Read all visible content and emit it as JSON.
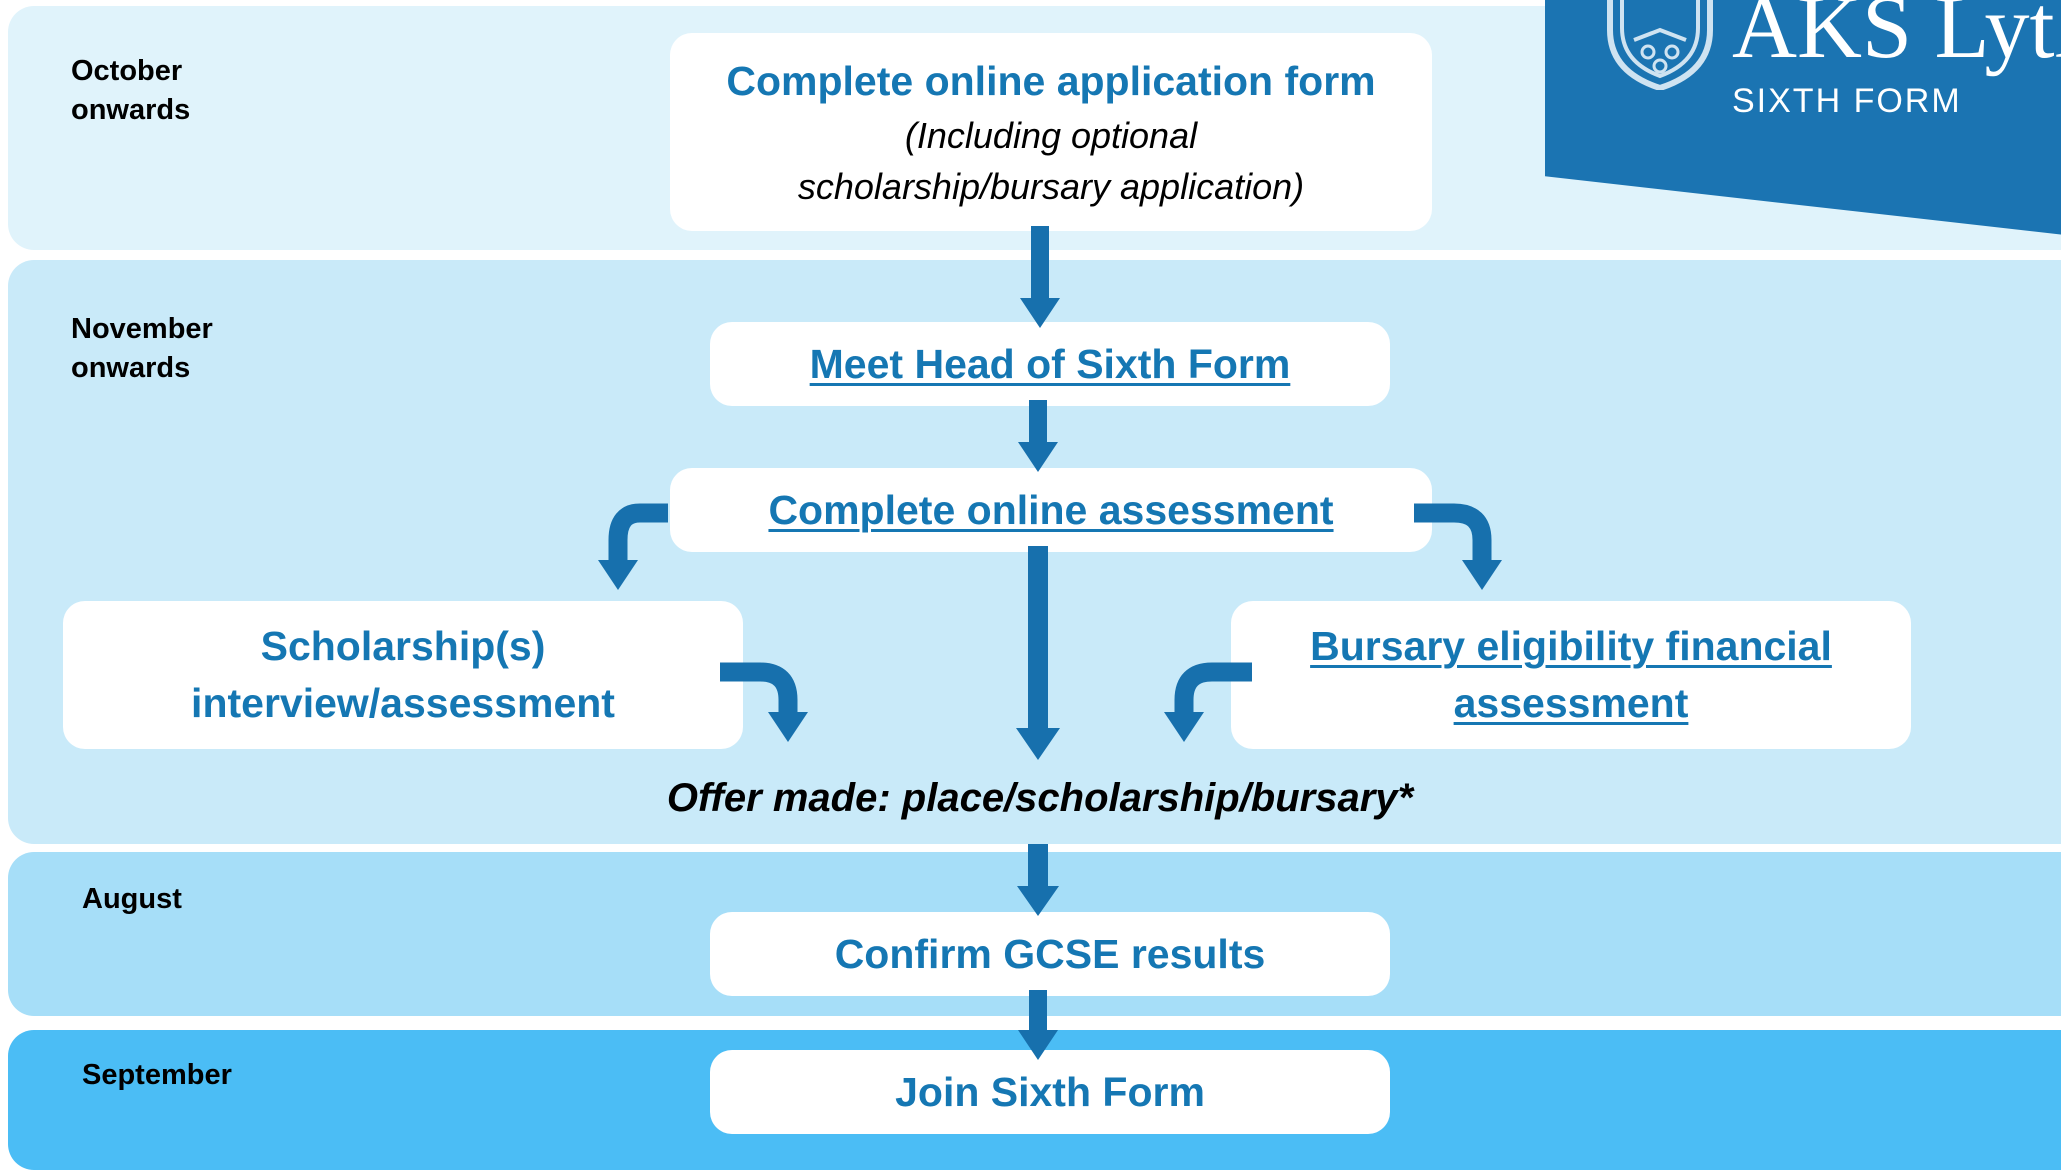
{
  "periods": {
    "october": "October\nonwards",
    "november": "November\nonwards",
    "august": "August",
    "september": "September"
  },
  "steps": {
    "application": {
      "title": "Complete online application form",
      "subtitle": "(Including optional\nscholarship/bursary application)"
    },
    "meet_head": "Meet Head of Sixth Form",
    "online_assessment": "Complete online assessment",
    "scholarship": "Scholarship(s)\ninterview/assessment",
    "bursary": "Bursary eligibility financial\nassessment",
    "offer": "Offer made: place/scholarship/bursary*",
    "confirm_gcse": "Confirm GCSE results",
    "join": "Join Sixth Form"
  },
  "logo": {
    "name": "AKS Lyth",
    "subtitle": "SIXTH FORM"
  },
  "colors": {
    "band_1": "#e0f3fb",
    "band_2": "#c9eaf9",
    "band_3": "#a6def8",
    "band_4": "#4bbdf5",
    "accent": "#1577b3",
    "arrow": "#1770ad",
    "logo_banner": "#1b74b2"
  }
}
